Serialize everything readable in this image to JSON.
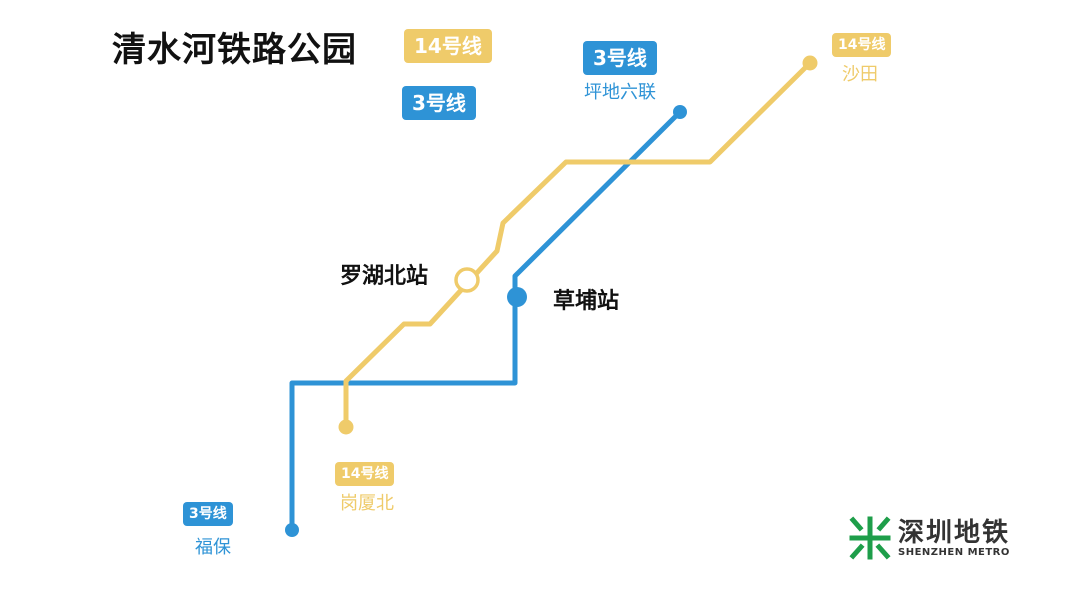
{
  "title": "清水河铁路公园",
  "colors": {
    "line14": "#EFCB6A",
    "line3": "#2E93D6",
    "logo": "#1E9E4A",
    "text": "#111111"
  },
  "legend": {
    "line14": "14号线",
    "line3": "3号线"
  },
  "lines": [
    {
      "id": "line14",
      "label": "14号线",
      "color": "#EFCB6A"
    },
    {
      "id": "line3",
      "label": "3号线",
      "color": "#2E93D6"
    }
  ],
  "stations": {
    "luohu_north": {
      "name": "罗湖北站",
      "type": "interchange"
    },
    "caopu": {
      "name": "草埔站",
      "type": "line3"
    },
    "pingdi": {
      "name": "坪地六联",
      "line": "3号线"
    },
    "shatian": {
      "name": "沙田",
      "line": "14号线"
    },
    "gangxiabei": {
      "name": "岗厦北",
      "line": "14号线"
    },
    "fubao": {
      "name": "福保",
      "line": "3号线"
    }
  },
  "logo": {
    "icon": "shenzhen-metro-logo-icon",
    "name_cn": "深圳地铁",
    "name_en": "SHENZHEN METRO"
  }
}
